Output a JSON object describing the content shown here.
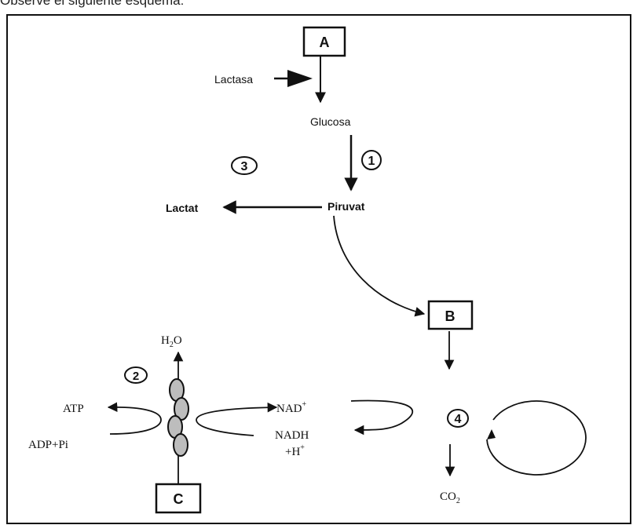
{
  "header": {
    "text": "Observe el siguiente esquema:"
  },
  "boxes": {
    "a": "A",
    "b": "B",
    "c": "C"
  },
  "labels": {
    "lactasa": "Lactasa",
    "glucosa": "Glucosa",
    "piruvat": "Piruvat",
    "lactat": "Lactat",
    "h2o_main": "H",
    "h2o_sub": "2",
    "h2o_tail": "O",
    "atp": "ATP",
    "adp": "ADP+Pi",
    "nad_main": "NAD",
    "nad_sup": "+",
    "nadh": "NADH",
    "h_main": "+H",
    "h_sup": "+",
    "co2_main": "CO",
    "co2_sub": "2"
  },
  "steps": {
    "s1": "1",
    "s2": "2",
    "s3": "3",
    "s4": "4"
  }
}
